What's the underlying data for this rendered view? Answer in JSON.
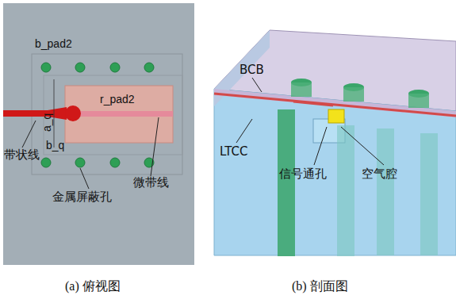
{
  "diagram": {
    "labels": [
      "b_pad2",
      "a_q",
      "r_pad2",
      "b_q",
      "带状线",
      "金属屏蔽孔",
      "微带线",
      "BCB",
      "LTCC",
      "信号通孔",
      "空气腔",
      "(a) 俯视图",
      "(b) 剖面图"
    ]
  }
}
